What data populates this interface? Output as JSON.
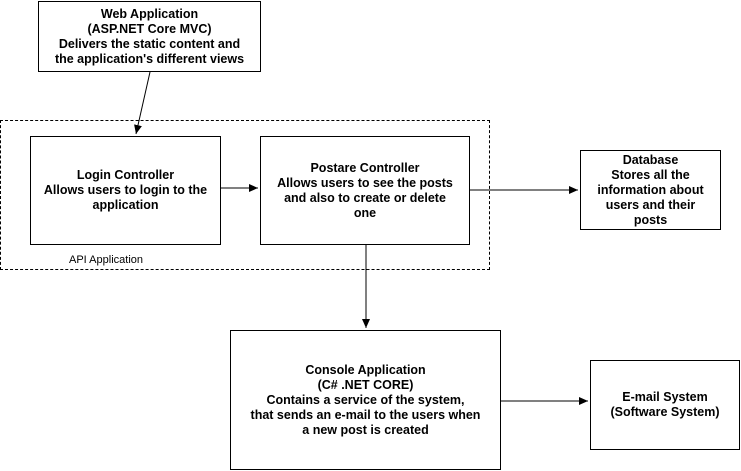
{
  "nodes": {
    "web_app": {
      "lines": [
        "Web Application",
        "(ASP.NET Core MVC)",
        "Delivers the static content and",
        "the application's different views"
      ]
    },
    "login_controller": {
      "lines": [
        "Login Controller",
        "Allows users to login to the",
        "application"
      ]
    },
    "postare_controller": {
      "lines": [
        "Postare Controller",
        "Allows users to see the posts",
        "and also to create or delete",
        "one"
      ]
    },
    "database": {
      "lines": [
        "Database",
        "Stores all the",
        "information about",
        "users and their",
        "posts"
      ]
    },
    "console_app": {
      "lines": [
        "Console Application",
        "(C# .NET CORE)",
        "Contains a service of the system,",
        "that sends an e-mail to the users when",
        "a new post is created"
      ]
    },
    "email_system": {
      "lines": [
        "E-mail System",
        "(Software System)"
      ]
    }
  },
  "groups": {
    "api_application": {
      "label": "API Application"
    }
  },
  "edges": [
    {
      "from": "web_app",
      "to": "login_controller"
    },
    {
      "from": "login_controller",
      "to": "postare_controller"
    },
    {
      "from": "postare_controller",
      "to": "database"
    },
    {
      "from": "postare_controller",
      "to": "console_app"
    },
    {
      "from": "console_app",
      "to": "email_system"
    }
  ]
}
